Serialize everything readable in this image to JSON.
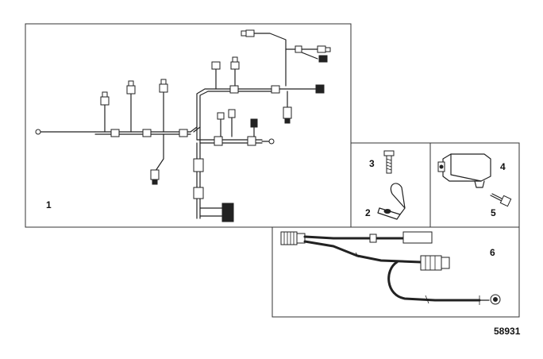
{
  "callouts": {
    "harness": "1",
    "clamp": "2",
    "screw_clamp": "3",
    "module": "4",
    "screw_module": "5",
    "cable": "6"
  },
  "figure_number": "58931"
}
